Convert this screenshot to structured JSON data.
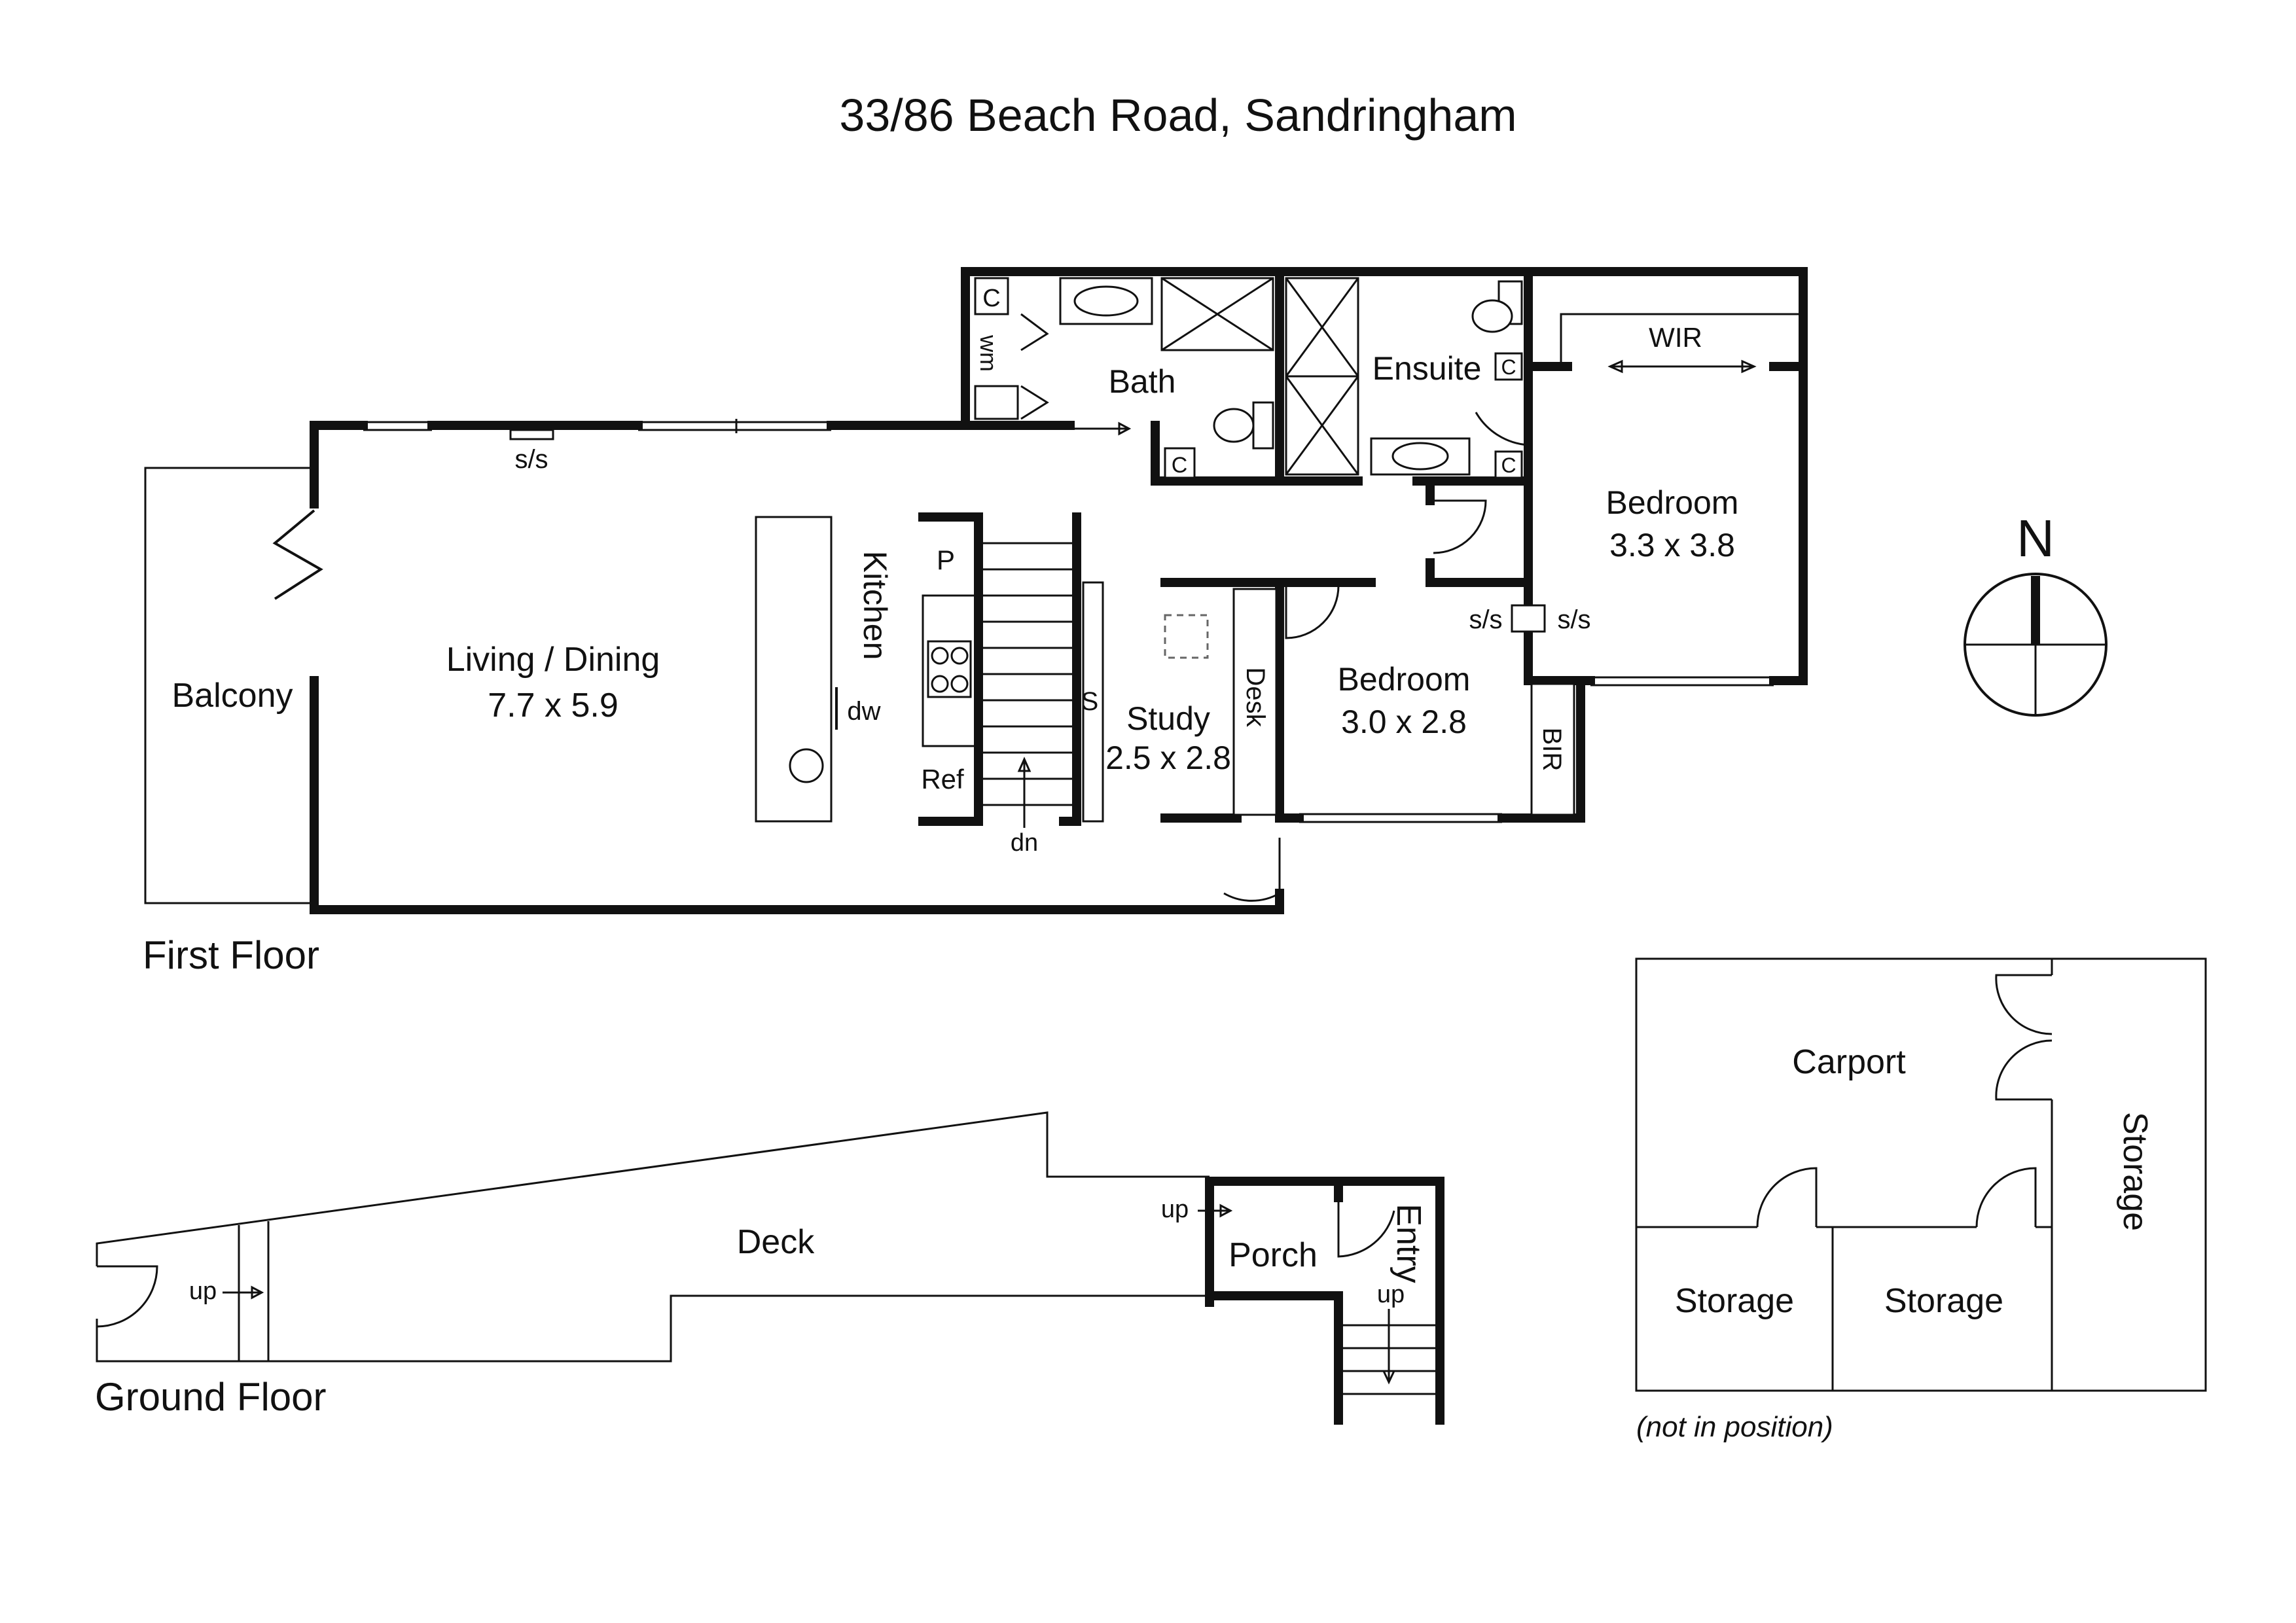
{
  "title": "33/86 Beach Road, Sandringham",
  "compass": {
    "label": "N"
  },
  "first_floor": {
    "label": "First Floor",
    "rooms": {
      "living": {
        "name": "Living / Dining",
        "size": "7.7 x 5.9"
      },
      "balcony": {
        "name": "Balcony"
      },
      "kitchen": {
        "name": "Kitchen"
      },
      "bath": {
        "name": "Bath"
      },
      "ensuite": {
        "name": "Ensuite"
      },
      "bedroom1": {
        "name": "Bedroom",
        "size": "3.3 x 3.8"
      },
      "bedroom2": {
        "name": "Bedroom",
        "size": "3.0 x 2.8"
      },
      "study": {
        "name": "Study",
        "size": "2.5 x 2.8"
      },
      "wir": {
        "name": "WIR"
      },
      "bir": {
        "name": "BIR"
      },
      "desk": {
        "name": "Desk"
      }
    },
    "fixture_labels": {
      "ss_living": "s/s",
      "ss_left": "s/s",
      "ss_right": "s/s",
      "c_bath1": "C",
      "c_bath2": "C",
      "c_ensuite1": "C",
      "c_ensuite2": "C",
      "wm": "wm",
      "pantry": "P",
      "fridge": "Ref",
      "dishwasher": "dw",
      "shelf": "S",
      "stairs_down": "dn"
    }
  },
  "ground_floor": {
    "label": "Ground Floor",
    "rooms": {
      "deck": {
        "name": "Deck"
      },
      "porch": {
        "name": "Porch"
      },
      "entry": {
        "name": "Entry"
      }
    },
    "fixture_labels": {
      "up_deck": "up",
      "up_porch": "up",
      "up_entry": "up"
    }
  },
  "carport_block": {
    "rooms": {
      "carport": {
        "name": "Carport"
      },
      "storage_right": {
        "name": "Storage"
      },
      "storage_left": {
        "name": "Storage"
      },
      "storage_mid": {
        "name": "Storage"
      }
    },
    "note": "(not in position)"
  }
}
